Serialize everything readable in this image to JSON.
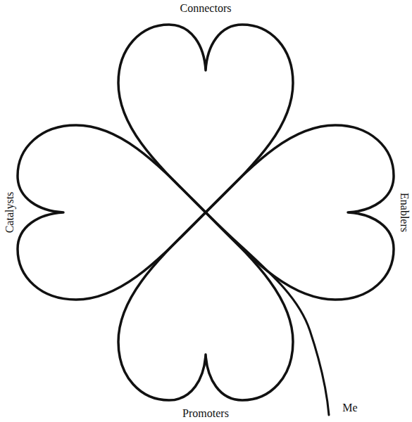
{
  "diagram": {
    "labels": [
      "Connectors",
      "Catalysts",
      "Enablers",
      "Promoters",
      "Me"
    ]
  }
}
